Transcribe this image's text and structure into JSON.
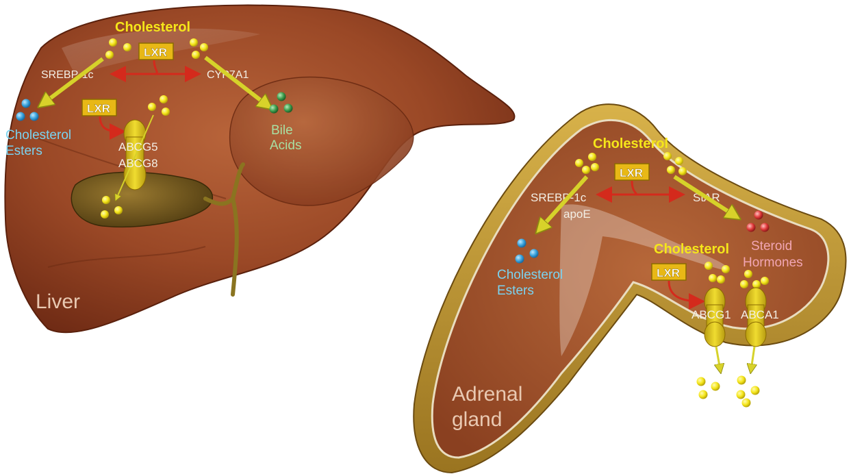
{
  "liver": {
    "organ_label": "Liver",
    "cholesterol": "Cholesterol",
    "lxr_top": "LXR",
    "lxr_mid": "LXR",
    "srebp": "SREBP-1c",
    "cyp": "CYP7A1",
    "esters_line1": "Cholesterol",
    "esters_line2": "Esters",
    "bile_line1": "Bile",
    "bile_line2": "Acids",
    "abcg5": "ABCG5",
    "abcg8": "ABCG8"
  },
  "adrenal": {
    "organ_line1": "Adrenal",
    "organ_line2": "gland",
    "cholesterol_top": "Cholesterol",
    "lxr_top": "LXR",
    "srebp": "SREBP-1c",
    "apoe": "apoE",
    "star": "StAR",
    "esters_line1": "Cholesterol",
    "esters_line2": "Esters",
    "steroid_line1": "Steroid",
    "steroid_line2": "Hormones",
    "cholesterol_mid": "Cholesterol",
    "lxr_mid": "LXR",
    "abcg1": "ABCG1",
    "abca1": "ABCA1"
  },
  "colors": {
    "cholesterol_dot": "#f5e61a",
    "ester_dot": "#3aa3dc",
    "bile_dot": "#3e9e4e",
    "steroid_dot": "#e03a3a",
    "lxr_box": "#e8b816",
    "activation_arrow": "#d42a1c",
    "flux_arrow": "#d6d22a",
    "organ_fill": "#9a4a28"
  }
}
